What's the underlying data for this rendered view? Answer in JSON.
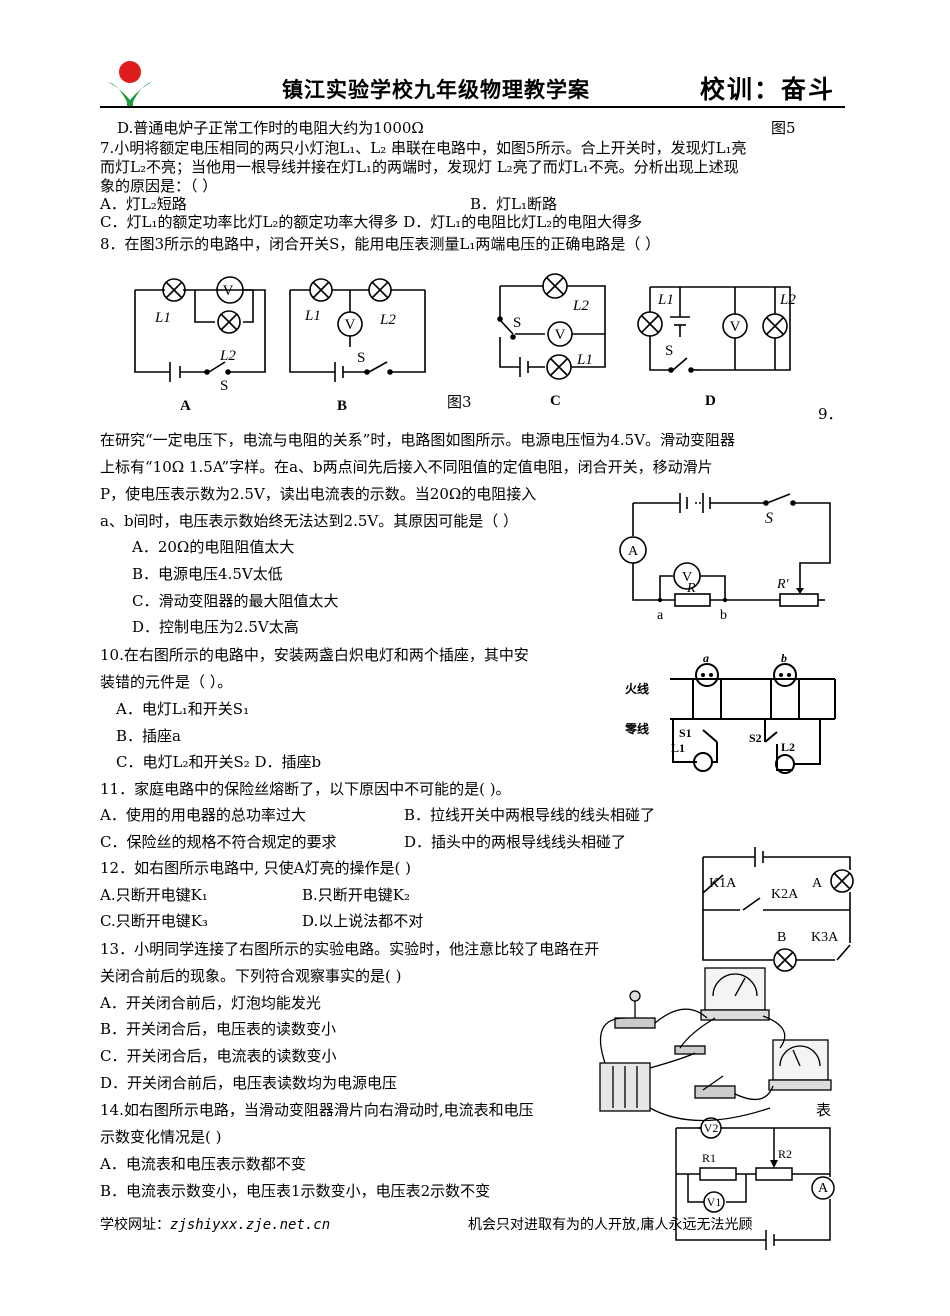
{
  "header": {
    "title": "镇江实验学校九年级物理教学案",
    "motto": "校训：奋斗"
  },
  "content": {
    "l01": "D.普通电炉子正常工作时的电阻大约为1000Ω",
    "fig5_label": "图5",
    "l02": "7.小明将额定电压相同的两只小灯泡L₁、L₂ 串联在电路中，如图5所示。合上开关时，发现灯L₁亮",
    "l03": "而灯L₂不亮；当他用一根导线并接在灯L₁的两端时，发现灯 L₂亮了而灯L₁不亮。分析出现上述现",
    "l04": "象的原因是：（      ）",
    "l05a": "A．灯L₂短路",
    "l05b": "B．灯L₁断路",
    "l06": "C．灯L₁的额定功率比灯L₂的额定功率大得多  D．灯L₁的电阻比灯L₂的电阻大得多",
    "l07": "8．在图3所示的电路中，闭合开关S，能用电压表测量L₁两端电压的正确电路是（      ）",
    "fig3_label": "图3",
    "q9_num": "9．",
    "l08": "在研究“一定电压下，电流与电阻的关系”时，电路图如图所示。电源电压恒为4.5V。滑动变阻器",
    "l09": "上标有“10Ω   1.5A”字样。在a、b两点间先后接入不同阻值的定值电阻，闭合开关，移动滑片",
    "l10": "P，使电压表示数为2.5V，读出电流表的示数。当20Ω的电阻接入",
    "l11": "a、b间时，电压表示数始终无法达到2.5V。其原因可能是（      ）",
    "l12": "A．20Ω的电阻阻值太大",
    "l13": "B．电源电压4.5V太低",
    "l14": "C．滑动变阻器的最大阻值太大",
    "l15": "D．控制电压为2.5V太高",
    "l16": "10.在右图所示的电路中，安装两盏白炽电灯和两个插座，其中安",
    "l17": "装错的元件是（      ）。",
    "l18": "A．电灯L₁和开关S₁",
    "l19": "B．插座a",
    "l20": "C．电灯L₂和开关S₂       D．插座b",
    "l21": "11．家庭电路中的保险丝熔断了，以下原因中不可能的是(      )。",
    "l22a": "A．使用的用电器的总功率过大",
    "l22b": "B．拉线开关中两根导线的线头相碰了",
    "l23a": "C．保险丝的规格不符合规定的要求",
    "l23b": "D．插头中的两根导线线头相碰了",
    "l24": "12．如右图所示电路中, 只使A灯亮的操作是(      )",
    "l25a": "A.只断开电键K₁",
    "l25b": "B.只断开电键K₂",
    "l26a": "C.只断开电键K₃",
    "l26b": "D.以上说法都不对",
    "l27": "13．小明同学连接了右图所示的实验电路。实验时，他注意比较了电路在开",
    "l28": "关闭合前后的现象。下列符合观察事实的是(      )",
    "l29": "A．开关闭合前后，灯泡均能发光",
    "l30": "B．开关闭合后，电压表的读数变小",
    "l31": "C．开关闭合后，电流表的读数变小",
    "l32": "D．开关闭合前后，电压表读数均为电源电压",
    "l33": "14.如右图所示电路，当滑动变阻器滑片向右滑动时,电流表和电压",
    "l33_tail": "表",
    "l34": "示数变化情况是(      )",
    "l35": "A．电流表和电压表示数都不变",
    "l36": "B．电流表示数变小，电压表1示数变小，电压表2示数不变"
  },
  "footer": {
    "school_site_label": "学校网址：",
    "school_site_url": "zjshiyxx.zje.net.cn",
    "slogan": "机会只对进取有为的人开放,庸人永远无法光顾"
  },
  "figure_labels": {
    "fig3": {
      "a": "A",
      "b": "B",
      "c": "C",
      "d": "D",
      "L1": "L1",
      "L2": "L2",
      "S": "S",
      "V": "V"
    },
    "q9": {
      "A": "A",
      "V": "V",
      "S": "S",
      "R": "R",
      "Rp": "R′",
      "a": "a",
      "b": "b"
    },
    "q10": {
      "live": "火线",
      "neutral": "零线",
      "a": "a",
      "b": "b",
      "S1": "S1",
      "S2": "S2",
      "L1": "L1",
      "L2": "L2"
    },
    "q12": {
      "K1A": "K1A",
      "K2A": "K2A",
      "K3A": "K3A",
      "A": "A",
      "B": "B"
    },
    "q14": {
      "V1": "V1",
      "V2": "V2",
      "R1": "R1",
      "R2": "R2",
      "A": "A"
    }
  }
}
